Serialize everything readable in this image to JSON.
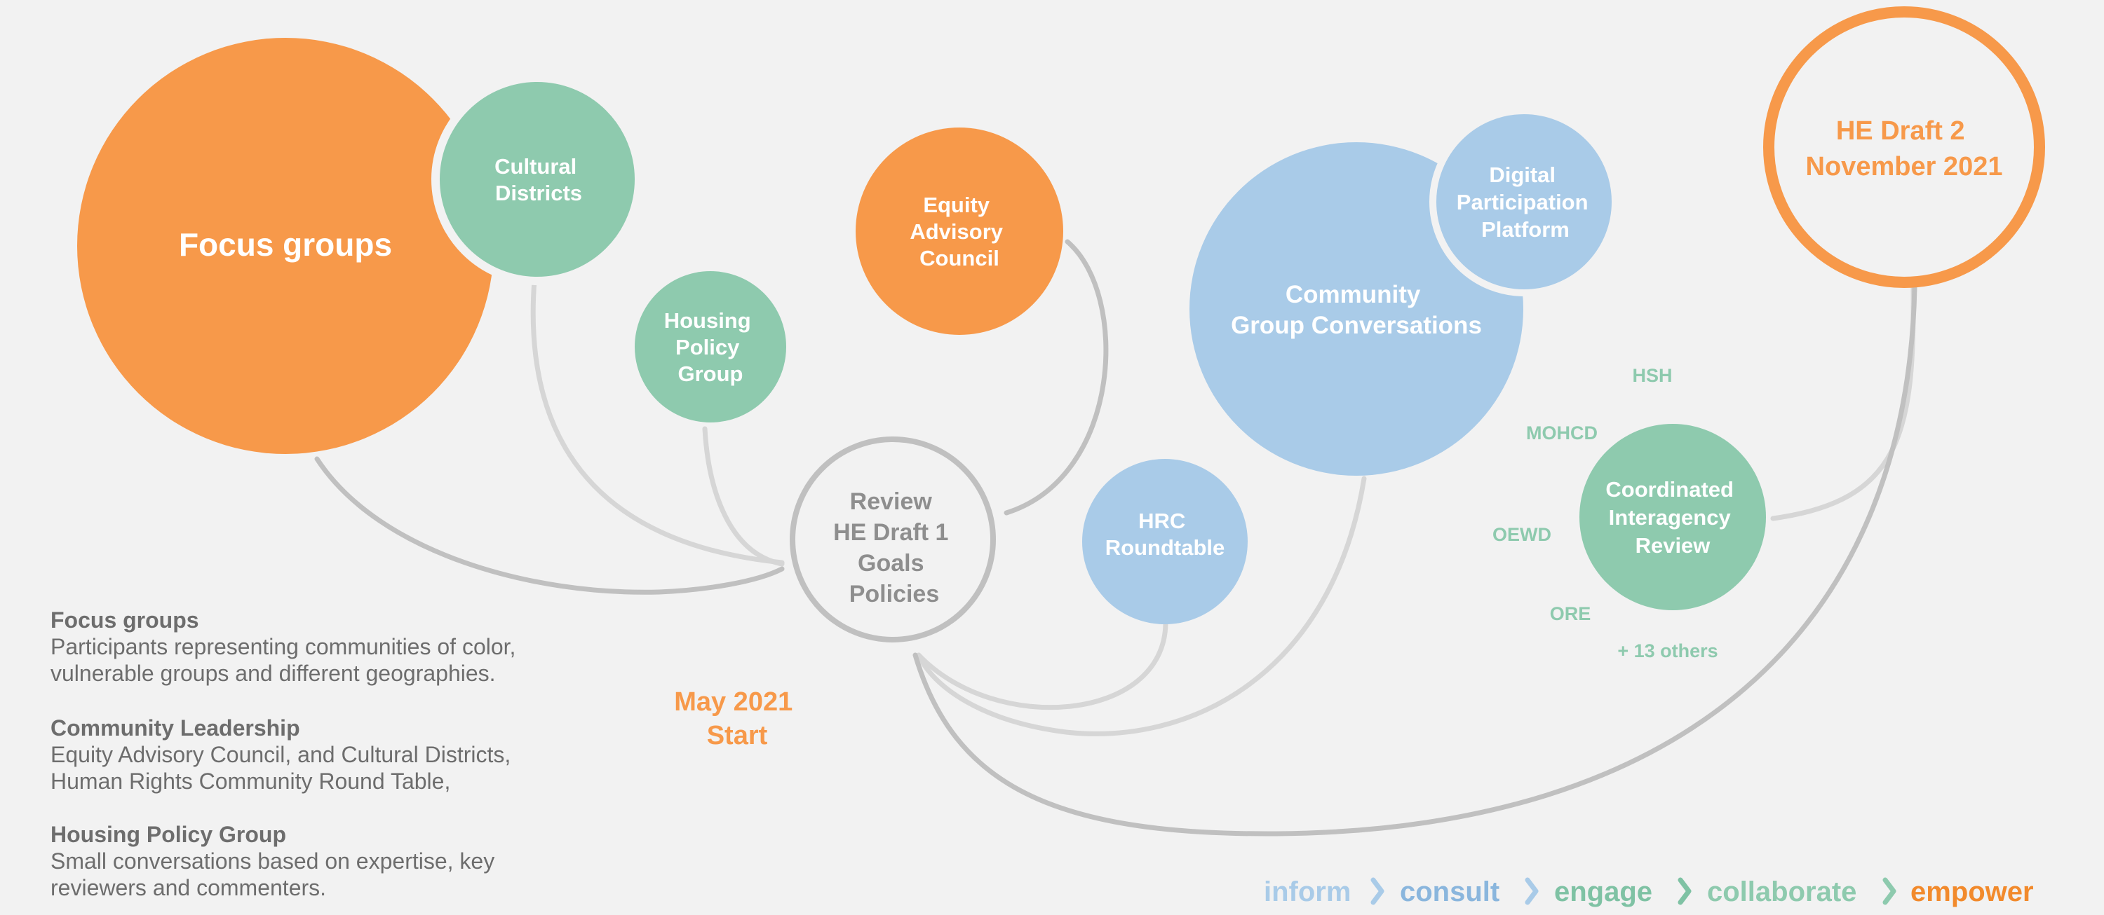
{
  "bubbles": {
    "focus_groups": "Focus groups",
    "cultural_districts": [
      "Cultural",
      "Districts"
    ],
    "housing_policy_group": [
      "Housing",
      "Policy",
      "Group"
    ],
    "equity_advisory_council": [
      "Equity",
      "Advisory",
      "Council"
    ],
    "review": [
      "Review",
      "HE Draft 1",
      "Goals",
      "Policies"
    ],
    "community_group_conversations": [
      "Community",
      "Group Conversations"
    ],
    "digital_platform": [
      "Digital",
      "Participation",
      "Platform"
    ],
    "hrc_roundtable": [
      "HRC",
      "Roundtable"
    ],
    "coordinated_review": [
      "Coordinated",
      "Interagency",
      "Review"
    ],
    "he_draft2": [
      "HE Draft 2",
      "November 2021"
    ]
  },
  "agencies": [
    "HSH",
    "MOHCD",
    "OEWD",
    "ORE",
    "+ 13 others"
  ],
  "start": [
    "May 2021",
    "Start"
  ],
  "legend": [
    {
      "heading": "Focus groups",
      "lines": [
        "Participants representing communities of color,",
        "vulnerable groups and different geographies."
      ]
    },
    {
      "heading": "Community Leadership",
      "lines": [
        "Equity Advisory Council, and Cultural Districts,",
        "Human Rights Community Round Table,"
      ]
    },
    {
      "heading": "Housing Policy Group",
      "lines": [
        "Small conversations based on expertise, key",
        "reviewers and commenters."
      ]
    }
  ],
  "spectrum": [
    "inform",
    "consult",
    "engage",
    "collaborate",
    "empower"
  ],
  "colors": {
    "orange": "#f7994a",
    "green": "#8ecaae",
    "blue": "#a9cbe8",
    "grey_text": "#8e8e8e",
    "connector_dark": "#c0c0c0",
    "connector_light": "#d6d6d6",
    "background": "#f2f2f2",
    "inform": "#a9cbe8",
    "consult": "#8ab6dd",
    "engage": "#7fc2a4",
    "collaborate": "#8ecaae",
    "empower": "#f28a2c"
  }
}
